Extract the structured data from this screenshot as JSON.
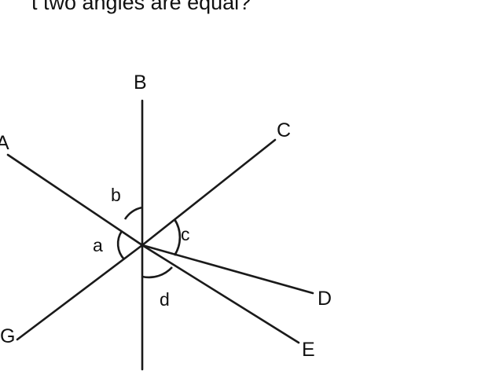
{
  "question": "t two angles are equal?",
  "points": {
    "A": "A",
    "B": "B",
    "C": "C",
    "D": "D",
    "E": "E",
    "G": "G"
  },
  "angles": {
    "a": "a",
    "b": "b",
    "c": "c",
    "d": "d"
  }
}
